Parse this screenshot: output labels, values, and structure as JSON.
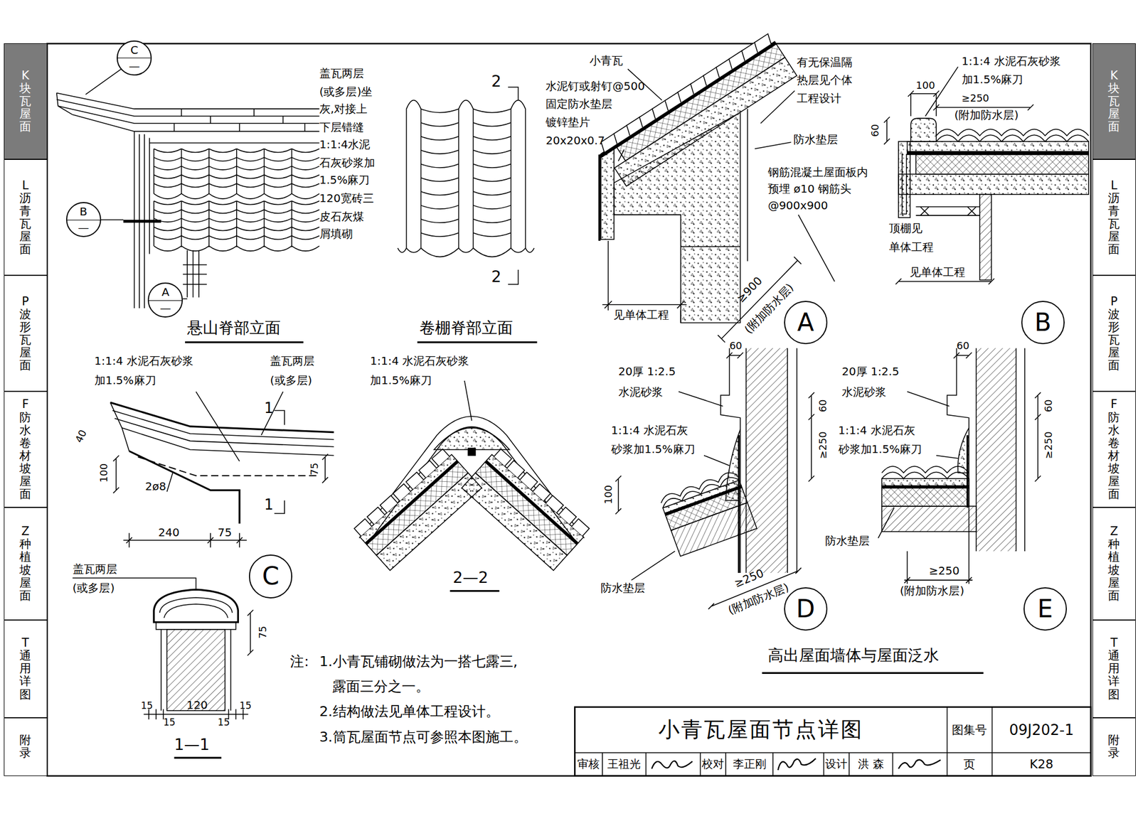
{
  "diagram": {
    "title": "小青瓦屋面节点详图",
    "nodes": [
      {
        "text": [
          "K块瓦屋面"
        ]
      },
      {
        "text": [
          "L沥青瓦屋面"
        ]
      },
      {
        "text": [
          "P波形瓦屋面"
        ]
      },
      {
        "text": [
          "F防水卷材坡屋面"
        ]
      },
      {
        "text": [
          "Z种植坡屋面"
        ]
      },
      {
        "text": [
          "T通用详图"
        ]
      },
      {
        "text": [
          "附录"
        ]
      },
      {
        "text": [
          "C",
          "—"
        ]
      },
      {
        "text": [
          "B",
          "—"
        ]
      },
      {
        "text": [
          "A",
          "—"
        ]
      },
      {
        "text": [
          "A"
        ]
      },
      {
        "text": [
          "B"
        ]
      },
      {
        "text": [
          "C"
        ]
      },
      {
        "text": [
          "D"
        ]
      },
      {
        "text": [
          "E"
        ]
      },
      {
        "text": [
          "图集号"
        ]
      },
      {
        "text": [
          "09J202-1"
        ]
      },
      {
        "text": [
          "审核"
        ]
      },
      {
        "text": [
          "王祖光"
        ]
      },
      {
        "text": [
          "校对"
        ]
      },
      {
        "text": [
          "李正刚"
        ]
      },
      {
        "text": [
          "设计"
        ]
      },
      {
        "text": [
          "洪 森"
        ]
      },
      {
        "text": [
          "页"
        ]
      },
      {
        "text": [
          "K28"
        ]
      },
      {
        "text": [
          "K块瓦屋面"
        ]
      },
      {
        "text": [
          "L沥青瓦屋面"
        ]
      },
      {
        "text": [
          "P波形瓦屋面"
        ]
      },
      {
        "text": [
          "F防水卷材坡屋面"
        ]
      },
      {
        "text": [
          "Z种植坡屋面"
        ]
      },
      {
        "text": [
          "T通用详图"
        ]
      },
      {
        "text": [
          "附录"
        ]
      }
    ],
    "labels": [
      "盖瓦两层",
      "(或多层)坐",
      "灰,对接上",
      "下层错缝",
      "1:1:4水泥",
      "石灰砂浆加",
      "1.5%麻刀",
      "120宽砖三",
      "皮石灰煤",
      "屑填砌",
      "悬山脊部立面",
      "2",
      "2",
      "卷棚脊部立面",
      "小青瓦",
      "水泥钉或射钉@500",
      "固定防水垫层",
      "镀锌垫片",
      "20x20x0.7",
      "有无保温隔",
      "热层见个体",
      "工程设计",
      "防水垫层",
      "钢筋混凝土屋面板内",
      "预埋 ø10 钢筋头",
      "@900x900",
      "见单体工程",
      "≥900",
      "(附加防水层)",
      "1:1:4 水泥石灰砂浆",
      "加1.5%麻刀",
      "100",
      "≥250",
      "(附加防水层)",
      "60",
      "顶棚见",
      "单体工程",
      "见单体工程",
      "1:1:4 水泥石灰砂浆",
      "加1.5%麻刀",
      "盖瓦两层",
      "(或多层)",
      "1",
      "1",
      "40",
      "100",
      "75",
      "2ø8",
      "240",
      "75",
      "盖瓦两层",
      "(或多层)",
      "75",
      "15",
      "120",
      "15",
      "15",
      "15",
      "1—1",
      "1:1:4 水泥石灰砂浆",
      "加1.5%麻刀",
      "2—2",
      "60",
      "20厚 1:2.5",
      "水泥砂浆",
      "60",
      "≥250",
      "1:1:4 水泥石灰",
      "砂浆加1.5%麻刀",
      "100",
      "防水垫层",
      "≥250",
      "(附加防水层)",
      "60",
      "20厚 1:2.5",
      "水泥砂浆",
      "60",
      "≥250",
      "1:1:4 水泥石灰",
      "砂浆加1.5%麻刀",
      "防水垫层",
      "≥250",
      "(附加防水层)",
      "高出屋面墙体与屋面泛水",
      "注:",
      "1.小青瓦铺砌做法为一搭七露三,",
      "露面三分之一。",
      "2.结构做法见单体工程设计。",
      "3.筒瓦屋面节点可参照本图施工。"
    ]
  }
}
